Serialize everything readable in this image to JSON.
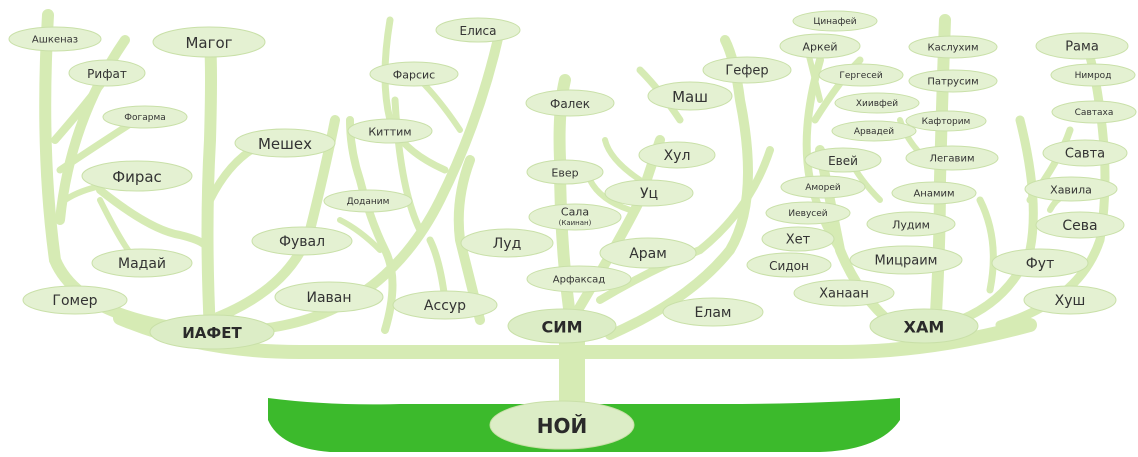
{
  "root": {
    "label": "НОЙ"
  },
  "branches": {
    "iafet": {
      "label": "ИАФЕТ"
    },
    "sim": {
      "label": "СИМ"
    },
    "ham": {
      "label": "ХАМ"
    }
  },
  "nodes": {
    "ashkenaz": "Ашкеназ",
    "magog": "Магог",
    "elisa": "Елиса",
    "rifat": "Рифат",
    "fogarma": "Фогарма",
    "farsis": "Фарсис",
    "kittim": "Киттим",
    "meshekh": "Мешех",
    "firas": "Фирас",
    "dodanim": "Доданим",
    "fuval": "Фувал",
    "madai": "Мадай",
    "gomer": "Гомер",
    "iavan": "Иаван",
    "falek": "Фалек",
    "mash": "Маш",
    "gefer": "Гефер",
    "evar": "Евер",
    "khul": "Хул",
    "uts": "Уц",
    "sala": "Сала",
    "sala_sub": "(Каинан)",
    "lud": "Луд",
    "aram": "Арам",
    "arfaksad": "Арфаксад",
    "assur": "Ассур",
    "elam": "Елам",
    "tsinafey": "Цинафей",
    "arkey": "Аркей",
    "gergesey": "Гергесей",
    "khivey": "Хиивфей",
    "arvadey": "Арвадей",
    "evey": "Евей",
    "amorey": "Аморей",
    "ievusey": "Иевусей",
    "khet": "Хет",
    "sidon": "Сидон",
    "khanaan": "Ханаан",
    "kasluhim": "Каслухим",
    "patrusim": "Патрусим",
    "kaftorim": "Кафторим",
    "legavim": "Легавим",
    "anamim": "Анамим",
    "ludim": "Лудим",
    "mitsraim": "Мицраим",
    "rama": "Рама",
    "nimrod": "Нимрод",
    "savtaha": "Савтаха",
    "savta": "Савта",
    "khavila": "Хавила",
    "seva": "Сева",
    "fut": "Фут",
    "khush": "Хуш"
  },
  "colors": {
    "trunk": "#3cba2c",
    "branch": "#d6ebb4",
    "node": "#e4f1d2"
  }
}
